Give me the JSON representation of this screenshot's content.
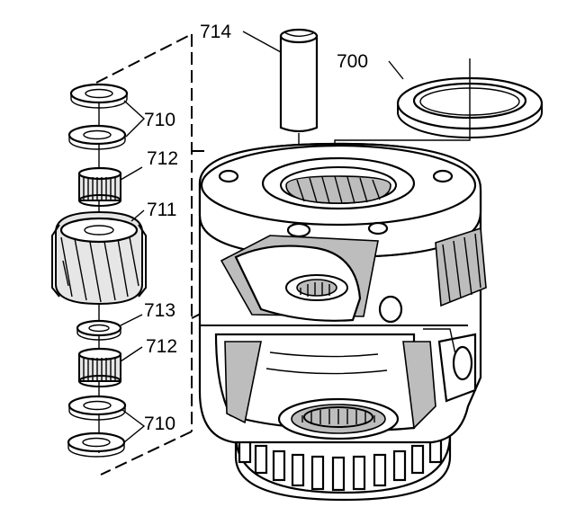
{
  "callouts": {
    "shaft": "714",
    "bearing": "700",
    "washer_upper": "710",
    "needle_upper": "712",
    "pinion_gear": "711",
    "spacer": "713",
    "needle_lower": "712",
    "washer_lower": "710"
  },
  "colors": {
    "line": "#000000",
    "background": "#ffffff",
    "shade": "#bdbdbd"
  }
}
